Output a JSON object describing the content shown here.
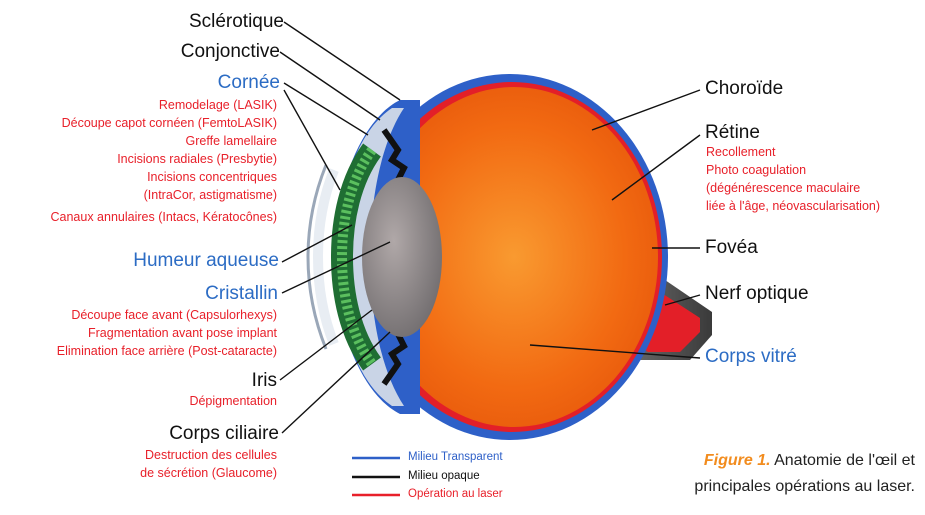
{
  "colors": {
    "transparent_medium": "#2e60c8",
    "opaque_medium": "#111111",
    "laser": "#e8202a",
    "caption_accent": "#f28c1e",
    "vitreous": "#f56b14",
    "lens": "#8a8a8a",
    "iris": "#2f8a3a"
  },
  "labels": {
    "sclerotique": "Sclérotique",
    "conjonctive": "Conjonctive",
    "cornee": "Cornée",
    "cornee_ops": [
      "Remodelage (LASIK)",
      "Découpe capot cornéen (FemtoLASIK)",
      "Greffe lamellaire",
      "Incisions radiales (Presbytie)",
      "Incisions concentriques",
      "(IntraCor, astigmatisme)",
      "Canaux annulaires (Intacs, Kératocônes)"
    ],
    "humeur": "Humeur aqueuse",
    "cristallin": "Cristallin",
    "cristallin_ops": [
      "Découpe face avant (Capsulorhexys)",
      "Fragmentation avant pose implant",
      "Elimination face arrière (Post-cataracte)"
    ],
    "iris": "Iris",
    "iris_ops": [
      "Dépigmentation"
    ],
    "corps_ciliaire": "Corps ciliaire",
    "corps_ciliaire_ops": [
      "Destruction des cellules",
      "de sécrétion (Glaucome)"
    ],
    "choroide": "Choroïde",
    "retine": "Rétine",
    "retine_ops": [
      "Recollement",
      "Photo coagulation",
      "(dégénérescence maculaire",
      "liée à l'âge, néovascularisation)"
    ],
    "fovea": "Fovéa",
    "nerf": "Nerf optique",
    "vitre": "Corps vitré"
  },
  "legend": [
    {
      "text": "Milieu Transparent",
      "color": "#2e60c8"
    },
    {
      "text": "Milieu opaque",
      "color": "#111111"
    },
    {
      "text": "Opération au laser",
      "color": "#e8202a"
    }
  ],
  "caption": {
    "figure": "Figure 1.",
    "line1": "Anatomie de l'œil et",
    "line2": "principales opérations au laser."
  }
}
